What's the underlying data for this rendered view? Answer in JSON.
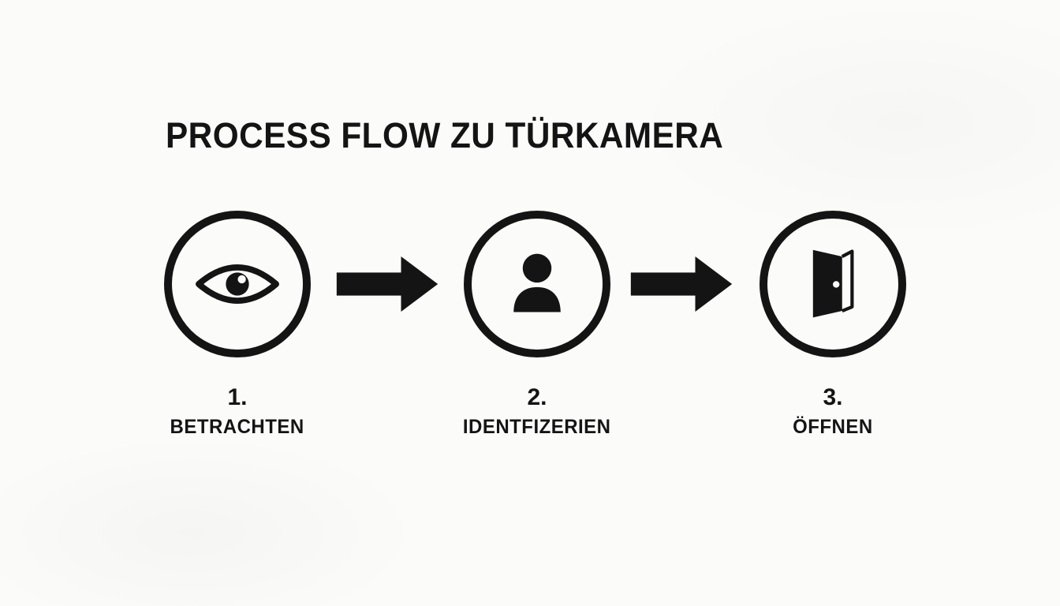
{
  "title": "PROCESS FLOW ZU TÜRKAMERA",
  "steps": [
    {
      "number": "1.",
      "label": "BETRACHTEN",
      "icon": "eye-icon"
    },
    {
      "number": "2.",
      "label": "IDENTFIZERIEN",
      "icon": "person-icon"
    },
    {
      "number": "3.",
      "label": "ÖFFNEN",
      "icon": "door-icon"
    }
  ],
  "colors": {
    "ink": "#141414",
    "background": "#fbfbf9"
  }
}
